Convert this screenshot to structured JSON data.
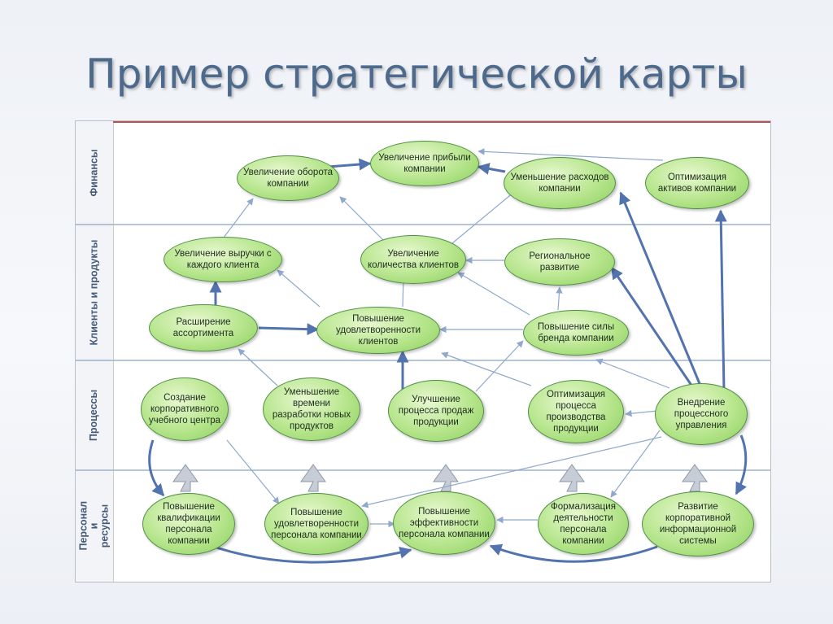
{
  "title": "Пример стратегической карты",
  "lanes": [
    {
      "id": "finance",
      "label": "Финансы"
    },
    {
      "id": "clients",
      "label": "Клиенты и продукты"
    },
    {
      "id": "process",
      "label": "Процессы"
    },
    {
      "id": "staff",
      "label": "Персонал и ресурсы"
    }
  ],
  "nodes": {
    "turnover": "Увеличение оборота компании",
    "profit": "Увеличение прибыли компании",
    "costs": "Уменьшение расходов компании",
    "assets": "Оптимизация активов компании",
    "revenue_per_client": "Увеличение выручки с каждого клиента",
    "client_count": "Увеличение количества клиентов",
    "regional": "Региональное развитие",
    "assortment": "Расширение ассортимента",
    "satisfaction": "Повышение удовлетворенности клиентов",
    "brand": "Повышение силы бренда компании",
    "training_center": "Создание корпоративного учебного центра",
    "dev_time": "Уменьшение времени разработки новых продуктов",
    "sales_process": "Улучшение процесса продаж продукции",
    "production": "Оптимизация процесса производства продукции",
    "process_mgmt": "Внедрение процессного управления",
    "qualification": "Повышение квалификации персонала компании",
    "staff_satisfaction": "Повышение удовлетворенности персонала компании",
    "staff_efficiency": "Повышение эффективности персонала компании",
    "formalization": "Формализация деятельности персонала компании",
    "infosystem": "Развитие корпоративной информационной системы"
  },
  "colors": {
    "node_fill": "#b6e58c",
    "node_border": "#4f8f45",
    "arrow": "#8fa8cc",
    "arrow_bold": "#5273ad",
    "lane_line": "#9fb2cc",
    "title": "#4d6a8c"
  }
}
